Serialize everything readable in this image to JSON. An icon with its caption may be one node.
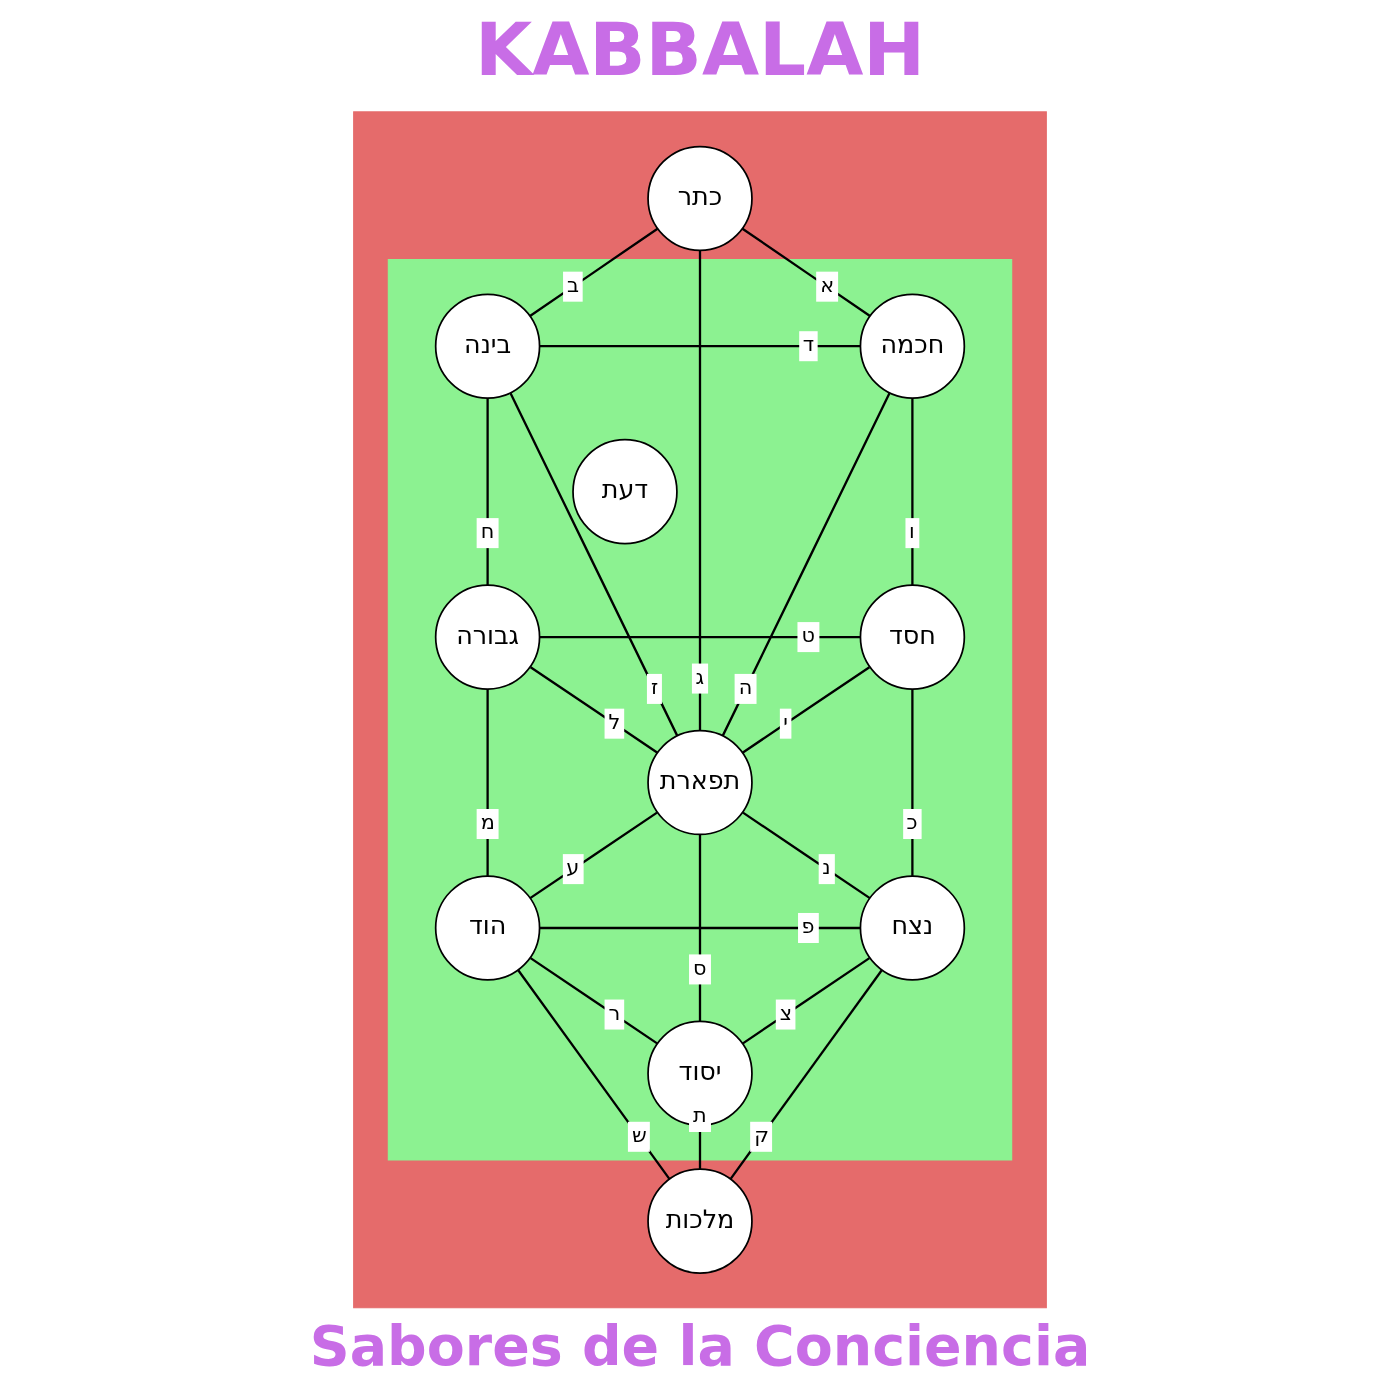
{
  "diagram": {
    "title": "KABBALAH",
    "caption": "Sabores de la Conciencia",
    "nodes": [
      {
        "text": [],
        "shape": "box"
      },
      {
        "text": [],
        "shape": "box",
        "in": 0
      },
      {
        "text": [
          "כתר"
        ],
        "in": 0
      },
      {
        "text": [
          "בינה"
        ],
        "in": 1
      },
      {
        "text": [
          "חכמה"
        ],
        "in": 1
      },
      {
        "text": [
          "דעת"
        ],
        "in": 1
      },
      {
        "text": [
          "גבורה"
        ],
        "in": 1
      },
      {
        "text": [
          "חסד"
        ],
        "in": 1
      },
      {
        "text": [
          "תפארת"
        ],
        "in": 1
      },
      {
        "text": [
          "הוד"
        ],
        "in": 1
      },
      {
        "text": [
          "נצח"
        ],
        "in": 1
      },
      {
        "text": [
          "יסוד"
        ],
        "in": 1
      },
      {
        "text": [
          "מלכות"
        ],
        "in": 0
      }
    ],
    "edges": [
      {
        "from": 2,
        "to": 4,
        "arrow": "none",
        "label": "א"
      },
      {
        "from": 2,
        "to": 3,
        "arrow": "none",
        "label": "ב"
      },
      {
        "from": 2,
        "to": 8,
        "arrow": "none",
        "label": "ג"
      },
      {
        "from": 3,
        "to": 4,
        "arrow": "none",
        "label": "ד"
      },
      {
        "from": 4,
        "to": 8,
        "arrow": "none",
        "label": "ה"
      },
      {
        "from": 4,
        "to": 7,
        "arrow": "none",
        "label": "ו"
      },
      {
        "from": 3,
        "to": 8,
        "arrow": "none",
        "label": "ז"
      },
      {
        "from": 3,
        "to": 6,
        "arrow": "none",
        "label": "ח"
      },
      {
        "from": 6,
        "to": 7,
        "arrow": "none",
        "label": "ט"
      },
      {
        "from": 7,
        "to": 8,
        "arrow": "none",
        "label": "י"
      },
      {
        "from": 7,
        "to": 10,
        "arrow": "none",
        "label": "כ"
      },
      {
        "from": 6,
        "to": 8,
        "arrow": "none",
        "label": "ל"
      },
      {
        "from": 6,
        "to": 9,
        "arrow": "none",
        "label": "מ"
      },
      {
        "from": 8,
        "to": 10,
        "arrow": "none",
        "label": "נ"
      },
      {
        "from": 8,
        "to": 11,
        "arrow": "none",
        "label": "ס"
      },
      {
        "from": 8,
        "to": 9,
        "arrow": "none",
        "label": "ע"
      },
      {
        "from": 9,
        "to": 10,
        "arrow": "none",
        "label": "פ"
      },
      {
        "from": 10,
        "to": 11,
        "arrow": "none",
        "label": "צ"
      },
      {
        "from": 10,
        "to": 12,
        "arrow": "none",
        "label": "ק"
      },
      {
        "from": 9,
        "to": 11,
        "arrow": "none",
        "label": "ר"
      },
      {
        "from": 9,
        "to": 12,
        "arrow": "none",
        "label": "ש"
      },
      {
        "from": 11,
        "to": 12,
        "arrow": "none",
        "label": "ת"
      }
    ]
  }
}
